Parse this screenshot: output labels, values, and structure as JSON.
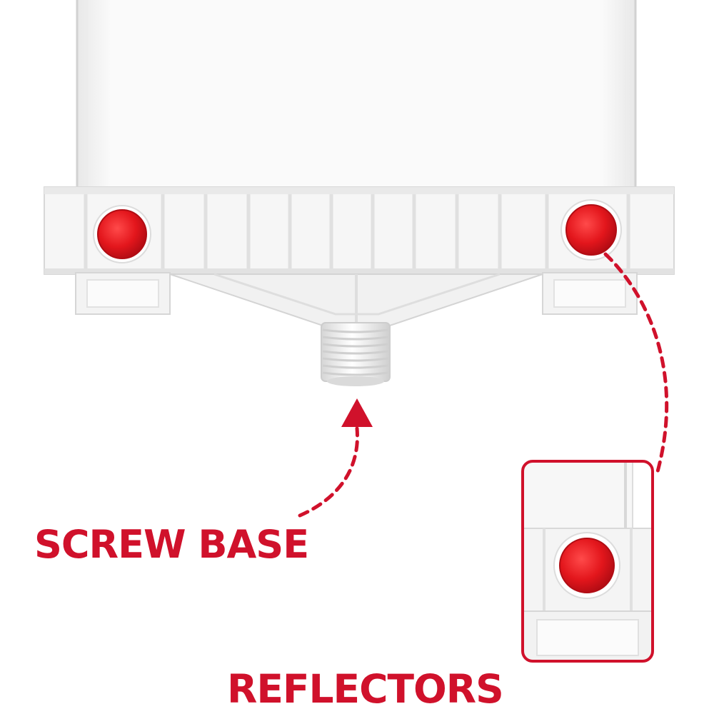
{
  "labels": {
    "screw_base": "SCREW BASE",
    "reflectors": "REFLECTORS"
  },
  "colors": {
    "accent_red": "#d0112b",
    "plastic_white": "#f7f7f7",
    "plastic_shadow": "#dcdcdc",
    "reflector_red": "#e3161c",
    "background": "#ffffff"
  },
  "icons": {
    "reflector": "red-circular-reflector",
    "arrow": "dashed-curved-arrow"
  }
}
